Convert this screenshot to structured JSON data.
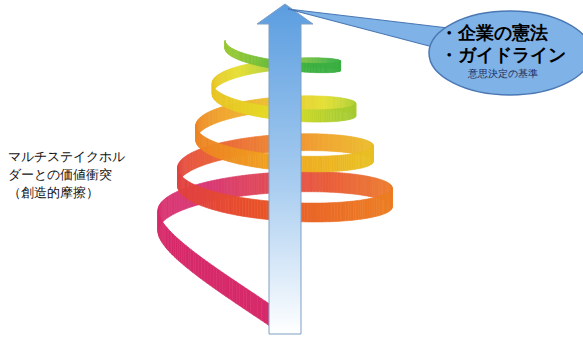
{
  "diagram": {
    "nodes": [
      {
        "text": [
          "・企業の憲法",
          "・ガイドライン",
          "意思決定の基準"
        ]
      }
    ],
    "labels": [
      "マルチステイクホルダーとの価値衝突（創造的摩擦）"
    ]
  }
}
